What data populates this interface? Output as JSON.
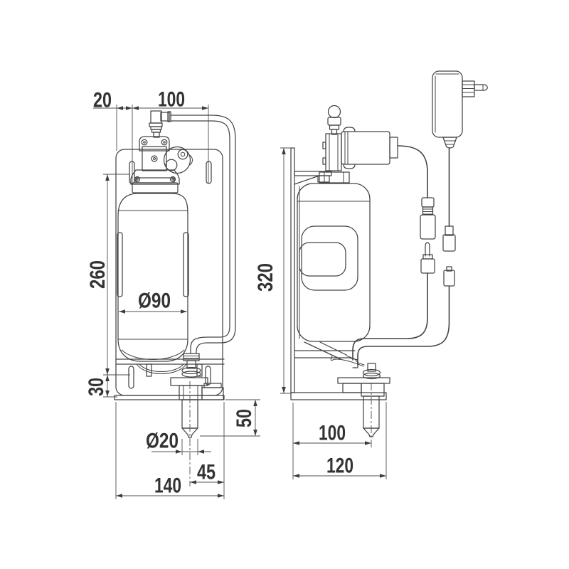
{
  "meta": {
    "background_color": "#ffffff",
    "line_color": "#434343",
    "dimension_line_color": "#4f4f4f",
    "text_color": "#333333"
  },
  "front_view": {
    "label": "front-view",
    "dims": {
      "offset_left": "20",
      "slot_spacing": "100",
      "plate_height": "260",
      "lower_section": "30",
      "bottle_diameter": "Ø90",
      "nozzle_diameter": "Ø20",
      "nozzle_drop": "50",
      "nozzle_offset": "45",
      "overall_width": "140"
    }
  },
  "side_view": {
    "label": "side-view",
    "dims": {
      "overall_height": "320",
      "nozzle_reach": "100",
      "overall_depth": "120"
    }
  }
}
